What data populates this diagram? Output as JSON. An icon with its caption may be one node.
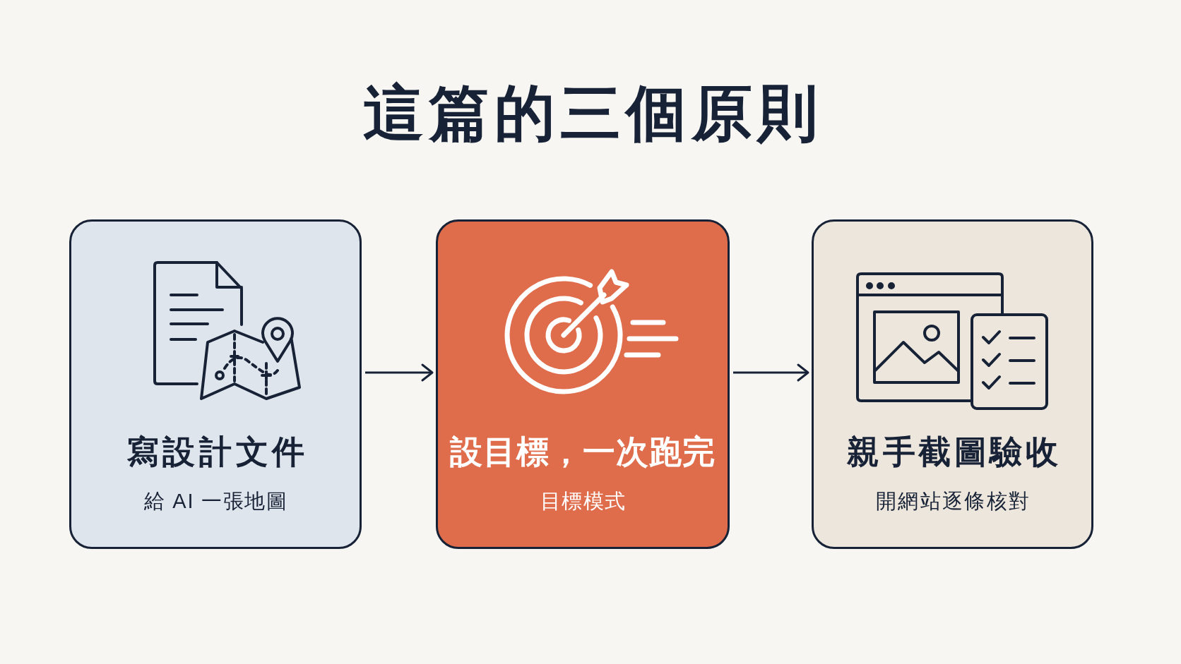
{
  "diagram": {
    "title": "這篇的三個原則",
    "nodes": [
      {
        "text": [
          "寫設計文件",
          "給 AI 一張地圖"
        ]
      },
      {
        "text": [
          "設目標，一次跑完",
          "目標模式"
        ]
      },
      {
        "text": [
          "親手截圖驗收",
          "開網站逐條核對"
        ]
      }
    ],
    "edges": [
      {
        "from": 0,
        "to": 1,
        "arrow": "to"
      },
      {
        "from": 1,
        "to": 2,
        "arrow": "to"
      }
    ]
  }
}
